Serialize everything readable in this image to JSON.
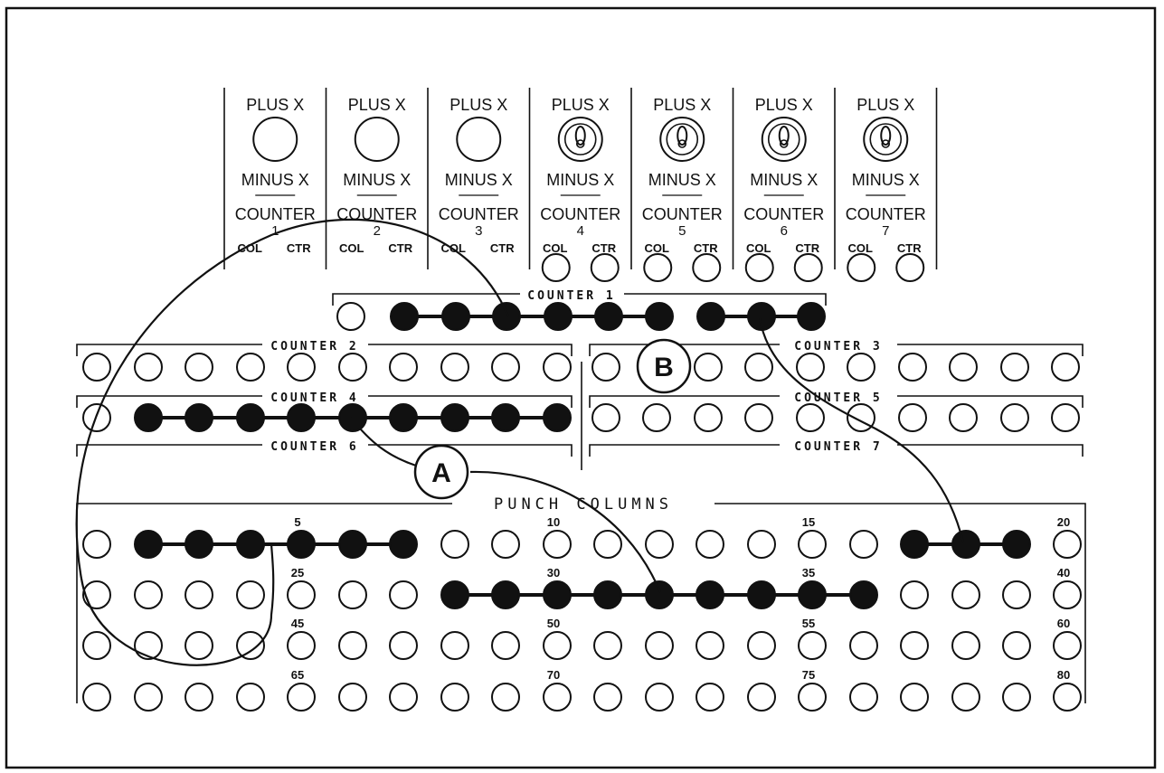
{
  "panels": {
    "plus_label": "PLUS X",
    "minus_label": "MINUS X",
    "counter_word": "COUNTER",
    "col_label": "COL",
    "ctr_label": "CTR",
    "numbers": [
      "1",
      "2",
      "3",
      "4",
      "5",
      "6",
      "7"
    ]
  },
  "sections": {
    "counter1": "COUNTER 1",
    "counter2": "COUNTER 2",
    "counter3": "COUNTER 3",
    "counter4": "COUNTER 4",
    "counter5": "COUNTER 5",
    "counter6": "COUNTER 6",
    "counter7": "COUNTER 7",
    "punch_columns": "PUNCH COLUMNS"
  },
  "column_numbers": [
    "5",
    "10",
    "15",
    "20",
    "25",
    "30",
    "35",
    "40",
    "45",
    "50",
    "55",
    "60",
    "65",
    "70",
    "75",
    "80"
  ],
  "callouts": {
    "a": "A",
    "b": "B"
  }
}
